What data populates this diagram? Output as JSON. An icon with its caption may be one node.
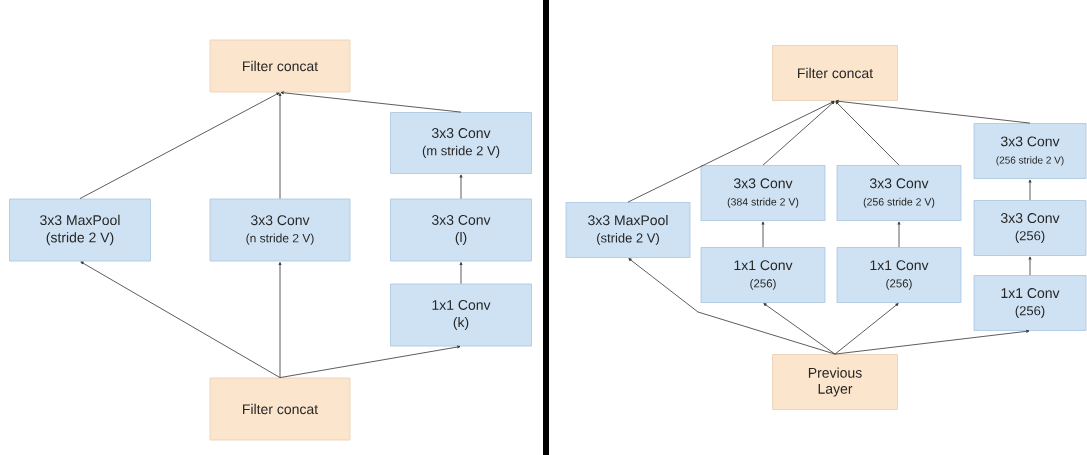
{
  "diagram": {
    "nodes": [
      {
        "text": [
          "Filter concat"
        ]
      },
      {
        "text": [
          "3x3 MaxPool",
          "(stride 2 V)"
        ]
      },
      {
        "text": [
          "3x3 Conv",
          "(n stride 2 V)"
        ]
      },
      {
        "text": [
          "3x3 Conv",
          "(m stride 2 V)"
        ]
      },
      {
        "text": [
          "3x3 Conv",
          "(l)"
        ]
      },
      {
        "text": [
          "1x1 Conv",
          "(k)"
        ]
      },
      {
        "text": [
          "Filter concat"
        ]
      },
      {
        "text": [
          "Filter concat"
        ]
      },
      {
        "text": [
          "3x3 MaxPool",
          "(stride 2 V)"
        ]
      },
      {
        "text": [
          "3x3 Conv",
          "(384 stride 2 V)"
        ]
      },
      {
        "text": [
          "3x3 Conv",
          "(256 stride 2 V)"
        ]
      },
      {
        "text": [
          "3x3 Conv",
          "(256 stride 2 V)"
        ]
      },
      {
        "text": [
          "1x1 Conv",
          "(256)"
        ]
      },
      {
        "text": [
          "1x1 Conv",
          "(256)"
        ]
      },
      {
        "text": [
          "3x3 Conv",
          "(256)"
        ]
      },
      {
        "text": [
          "1x1 Conv",
          "(256)"
        ]
      },
      {
        "text": [
          "Previous Layer"
        ]
      }
    ],
    "edges": [
      {
        "from": 1,
        "to": 0,
        "arrow": "to"
      },
      {
        "from": 2,
        "to": 0,
        "arrow": "to"
      },
      {
        "from": 3,
        "to": 0,
        "arrow": "to"
      },
      {
        "from": 4,
        "to": 3,
        "arrow": "to"
      },
      {
        "from": 5,
        "to": 4,
        "arrow": "to"
      },
      {
        "from": 6,
        "to": 1,
        "arrow": "to"
      },
      {
        "from": 6,
        "to": 2,
        "arrow": "to"
      },
      {
        "from": 6,
        "to": 5,
        "arrow": "to"
      },
      {
        "from": 8,
        "to": 7,
        "arrow": "to"
      },
      {
        "from": 9,
        "to": 7,
        "arrow": "to"
      },
      {
        "from": 10,
        "to": 7,
        "arrow": "to"
      },
      {
        "from": 11,
        "to": 7,
        "arrow": "to"
      },
      {
        "from": 12,
        "to": 9,
        "arrow": "to"
      },
      {
        "from": 13,
        "to": 10,
        "arrow": "to"
      },
      {
        "from": 14,
        "to": 11,
        "arrow": "to"
      },
      {
        "from": 15,
        "to": 14,
        "arrow": "to"
      },
      {
        "from": 16,
        "to": 8,
        "arrow": "to"
      },
      {
        "from": 16,
        "to": 12,
        "arrow": "to"
      },
      {
        "from": 16,
        "to": 13,
        "arrow": "to"
      },
      {
        "from": 16,
        "to": 15,
        "arrow": "to"
      }
    ]
  }
}
